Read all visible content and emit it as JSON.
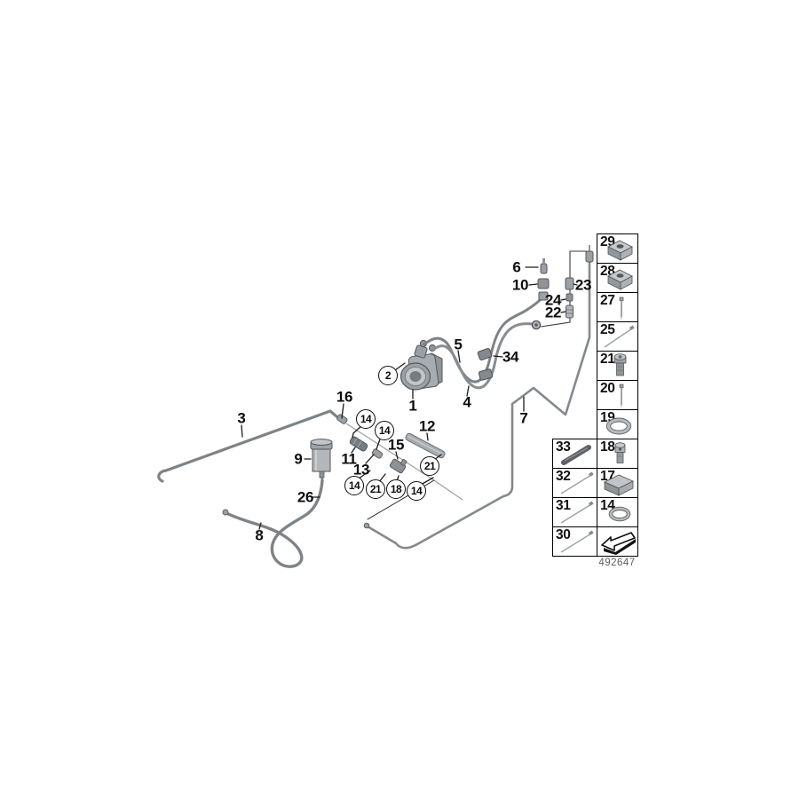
{
  "diagram": {
    "title": "clutch-hydraulic-lines-parts-diagram",
    "callouts": [
      {
        "label": "6",
        "circled": false
      },
      {
        "label": "10",
        "circled": false
      },
      {
        "label": "23",
        "circled": false
      },
      {
        "label": "24",
        "circled": false
      },
      {
        "label": "22",
        "circled": false
      },
      {
        "label": "5",
        "circled": false
      },
      {
        "label": "34",
        "circled": false
      },
      {
        "label": "2",
        "circled": true
      },
      {
        "label": "1",
        "circled": false
      },
      {
        "label": "4",
        "circled": false
      },
      {
        "label": "7",
        "circled": false
      },
      {
        "label": "16",
        "circled": false
      },
      {
        "label": "3",
        "circled": false
      },
      {
        "label": "9",
        "circled": false
      },
      {
        "label": "11",
        "circled": false
      },
      {
        "label": "13",
        "circled": false
      },
      {
        "label": "15",
        "circled": false
      },
      {
        "label": "12",
        "circled": false
      },
      {
        "label": "26",
        "circled": false
      },
      {
        "label": "8",
        "circled": false
      },
      {
        "label": "14",
        "circled": true
      },
      {
        "label": "14",
        "circled": true
      },
      {
        "label": "21",
        "circled": true
      },
      {
        "label": "14",
        "circled": true
      },
      {
        "label": "21",
        "circled": true
      },
      {
        "label": "18",
        "circled": true
      },
      {
        "label": "14",
        "circled": true
      }
    ]
  },
  "legend": {
    "right_rows": [
      {
        "label": "29",
        "icon": "clamp-block-icon"
      },
      {
        "label": "28",
        "icon": "clamp-block-icon"
      },
      {
        "label": "27",
        "icon": "long-screw-icon"
      },
      {
        "label": "25",
        "icon": "cable-strap-icon"
      },
      {
        "label": "21",
        "icon": "bolt-icon"
      },
      {
        "label": "20",
        "icon": "long-screw-icon"
      },
      {
        "label": "19",
        "icon": "o-ring-icon"
      },
      {
        "label": "18",
        "icon": "hollow-bolt-icon"
      },
      {
        "label": "17",
        "icon": "block-icon"
      },
      {
        "label": "14",
        "icon": "o-ring-icon"
      },
      {
        "label": "",
        "icon": "direction-arrow-icon"
      }
    ],
    "left_rows": [
      {
        "label": "33",
        "icon": "dowel-pin-icon"
      },
      {
        "label": "32",
        "icon": "cable-strap-icon"
      },
      {
        "label": "31",
        "icon": "cable-strap-icon"
      },
      {
        "label": "30",
        "icon": "cable-strap-icon"
      }
    ],
    "doc_number": "492647"
  }
}
